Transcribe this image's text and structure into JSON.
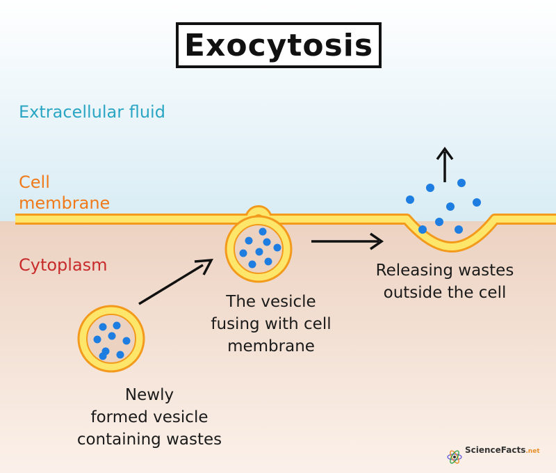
{
  "title": "Exocytosis",
  "regions": {
    "extracellular": "Extracellular fluid",
    "membrane_line1": "Cell",
    "membrane_line2": "membrane",
    "cytoplasm": "Cytoplasm"
  },
  "captions": {
    "new_vesicle": [
      "Newly",
      "formed vesicle",
      "containing wastes"
    ],
    "fusing": [
      "The vesicle",
      "fusing with cell",
      "membrane"
    ],
    "releasing": [
      "Releasing wastes",
      "outside the cell"
    ]
  },
  "logo": {
    "brand": "ScienceFacts",
    "suffix": ".net"
  },
  "colors": {
    "extracellular_top": "#ffffff",
    "extracellular_bottom": "#d8ecf4",
    "cytoplasm_top": "#ecd2c1",
    "cytoplasm_bottom": "#fbf1ea",
    "membrane_fill": "#fde66a",
    "membrane_edge": "#f39a1c",
    "waste_particle": "#1e7de0",
    "arrow": "#111111"
  }
}
